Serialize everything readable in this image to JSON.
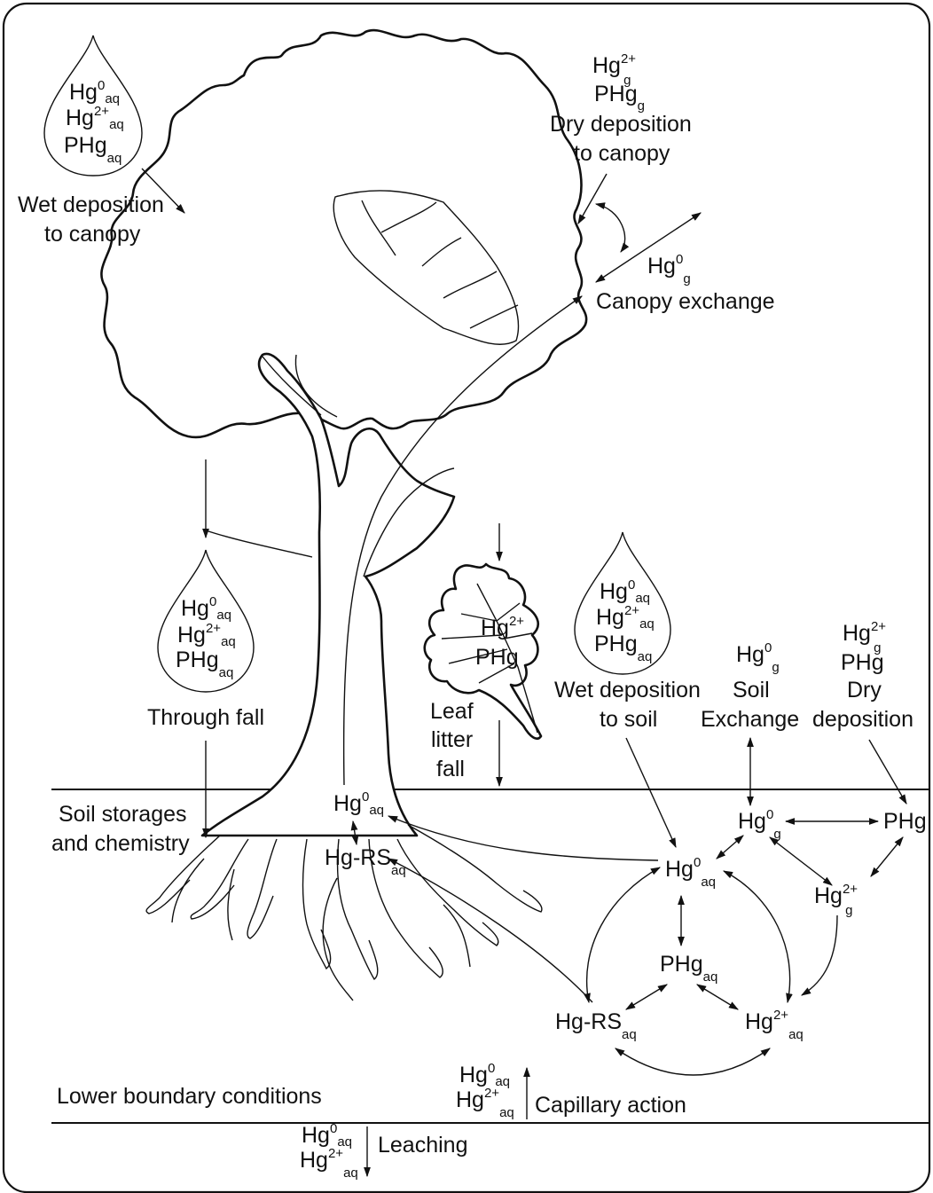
{
  "title": "",
  "canopy": {
    "wet_deposition": {
      "species": [
        "Hg0aq",
        "Hg2+aq",
        "PHgaq"
      ],
      "label_line1": "Wet deposition",
      "label_line2": "to canopy"
    },
    "dry_deposition": {
      "species": [
        "Hg2+g",
        "PHgg"
      ],
      "label_line1": "Dry deposition",
      "label_line2": "to canopy"
    },
    "canopy_exchange": {
      "species": "Hg0g",
      "label": "Canopy exchange"
    }
  },
  "through_fall": {
    "species": [
      "Hg0aq",
      "Hg2+aq",
      "PHgaq"
    ],
    "label": "Through fall"
  },
  "leaf_litter": {
    "species": [
      "Hg2+",
      "PHg"
    ],
    "label_line1": "Leaf",
    "label_line2": "litter",
    "label_line3": "fall"
  },
  "soil_inputs": {
    "wet_deposition": {
      "species": [
        "Hg0aq",
        "Hg2+aq",
        "PHgaq"
      ],
      "label_line1": "Wet deposition",
      "label_line2": "to soil"
    },
    "soil_exchange": {
      "species": "Hg0g",
      "label_line1": "Soil",
      "label_line2": "Exchange"
    },
    "dry_deposition": {
      "species": [
        "Hg2+g",
        "PHg"
      ],
      "label_line1": "Dry",
      "label_line2": "deposition"
    }
  },
  "soil": {
    "label_line1": "Soil storages",
    "label_line2": "and chemistry",
    "root_species": [
      "Hg0aq",
      "Hg-RSaq"
    ],
    "nodes": {
      "hg0_gas": "Hg0g",
      "phg": "PHg",
      "hg2_gas": "Hg2+g",
      "hg0_aq": "Hg0aq",
      "phg_aq": "PHgaq",
      "hgrs_aq": "Hg-RSaq",
      "hg2_aq": "Hg2+aq"
    }
  },
  "lower_boundary": {
    "label": "Lower boundary conditions",
    "capillary": {
      "species": [
        "Hg0aq",
        "Hg2+aq"
      ],
      "label": "Capillary action"
    },
    "leaching": {
      "species": [
        "Hg0aq",
        "Hg2+aq"
      ],
      "label": "Leaching"
    }
  }
}
